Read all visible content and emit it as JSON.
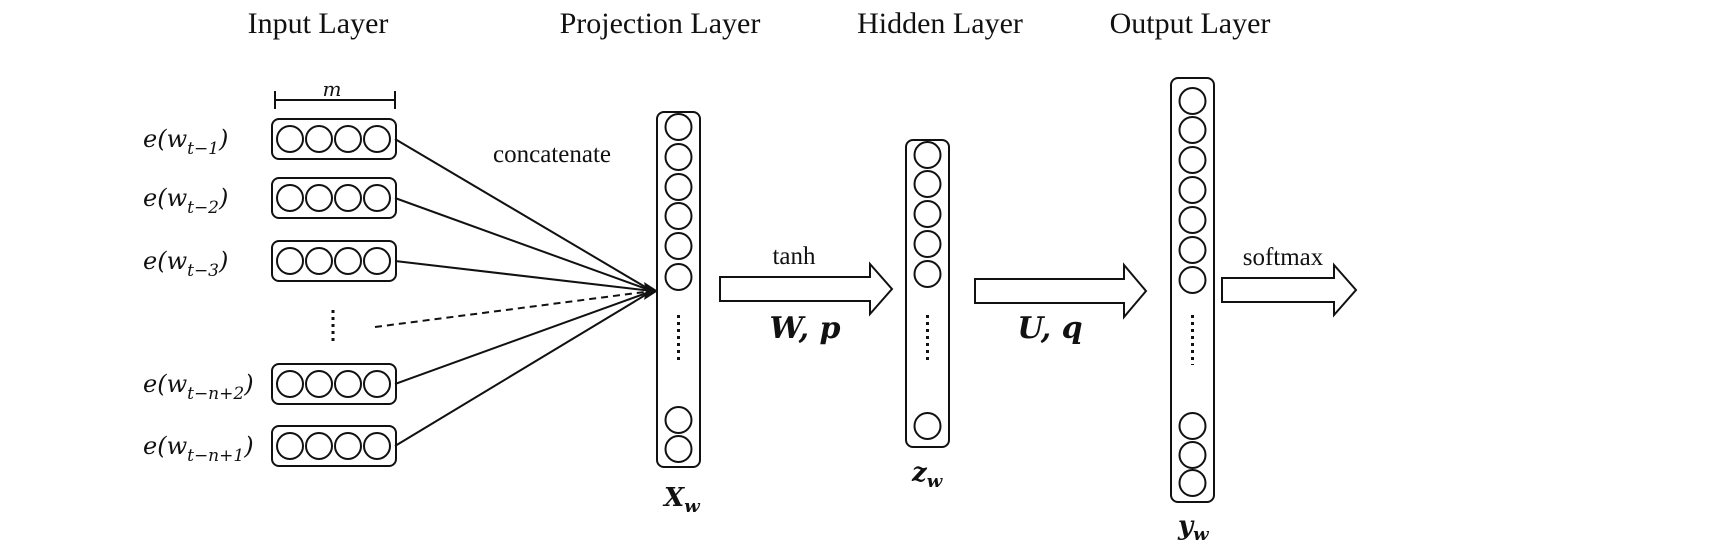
{
  "layer_titles": {
    "input": "Input Layer",
    "projection": "Projection Layer",
    "hidden": "Hidden Layer",
    "output": "Output Layer"
  },
  "input_dimension_label": "m",
  "input_words": [
    {
      "func": "e(w",
      "sub": "t−1",
      "close": ")"
    },
    {
      "func": "e(w",
      "sub": "t−2",
      "close": ")"
    },
    {
      "func": "e(w",
      "sub": "t−3",
      "close": ")"
    },
    {
      "func": "e(w",
      "sub": "t−n+2",
      "close": ")"
    },
    {
      "func": "e(w",
      "sub": "t−n+1",
      "close": ")"
    }
  ],
  "concat_label": "concatenate",
  "arrow_projection_hidden": {
    "activation": "tanh",
    "params": "W, p"
  },
  "arrow_hidden_output": {
    "params": "U, q"
  },
  "arrow_output": {
    "activation": "softmax"
  },
  "vector_labels": {
    "projection": {
      "base": "X",
      "sub": "w"
    },
    "hidden": {
      "base": "z",
      "sub": "w"
    },
    "output": {
      "base": "y",
      "sub": "w"
    }
  }
}
